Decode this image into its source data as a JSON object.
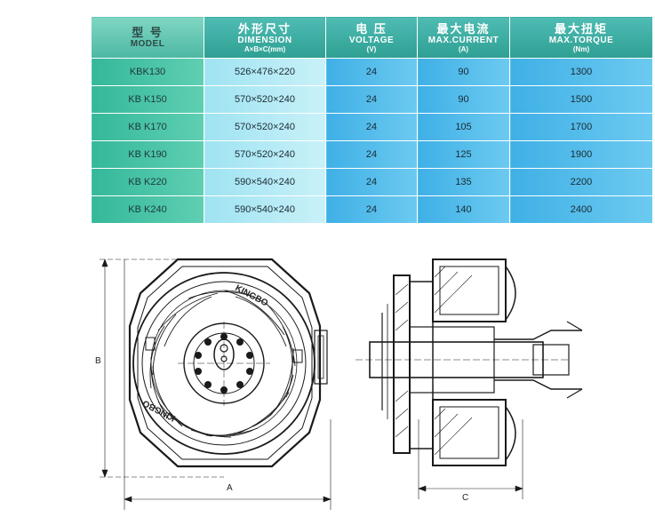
{
  "table": {
    "headers": {
      "model": {
        "cn": "型 号",
        "en": "MODEL"
      },
      "dimension": {
        "cn": "外形尺寸",
        "en": "DIMENSION",
        "unit": "A×B×C(mm)"
      },
      "voltage": {
        "cn": "电 压",
        "en": "VOLTAGE",
        "unit": "(V)"
      },
      "current": {
        "cn": "最大电流",
        "en": "MAX.CURRENT",
        "unit": "(A)"
      },
      "torque": {
        "cn": "最大扭矩",
        "en": "MAX.TORQUE",
        "unit": "(Nm)"
      }
    },
    "rows": [
      {
        "model": "KBK130",
        "dimension": "526×476×220",
        "voltage": "24",
        "current": "90",
        "torque": "1300"
      },
      {
        "model": "KB K150",
        "dimension": "570×520×240",
        "voltage": "24",
        "current": "90",
        "torque": "1500"
      },
      {
        "model": "KB K170",
        "dimension": "570×520×240",
        "voltage": "24",
        "current": "105",
        "torque": "1700"
      },
      {
        "model": "KB K190",
        "dimension": "570×520×240",
        "voltage": "24",
        "current": "125",
        "torque": "1900"
      },
      {
        "model": "KB K220",
        "dimension": "590×540×240",
        "voltage": "24",
        "current": "135",
        "torque": "2200"
      },
      {
        "model": "KB K240",
        "dimension": "590×540×240",
        "voltage": "24",
        "current": "140",
        "torque": "2400"
      }
    ]
  },
  "drawing": {
    "brand_top": "KINGBO",
    "brand_bottom": "KINGBO",
    "dim_a": "A",
    "dim_b": "B",
    "dim_c": "C"
  }
}
